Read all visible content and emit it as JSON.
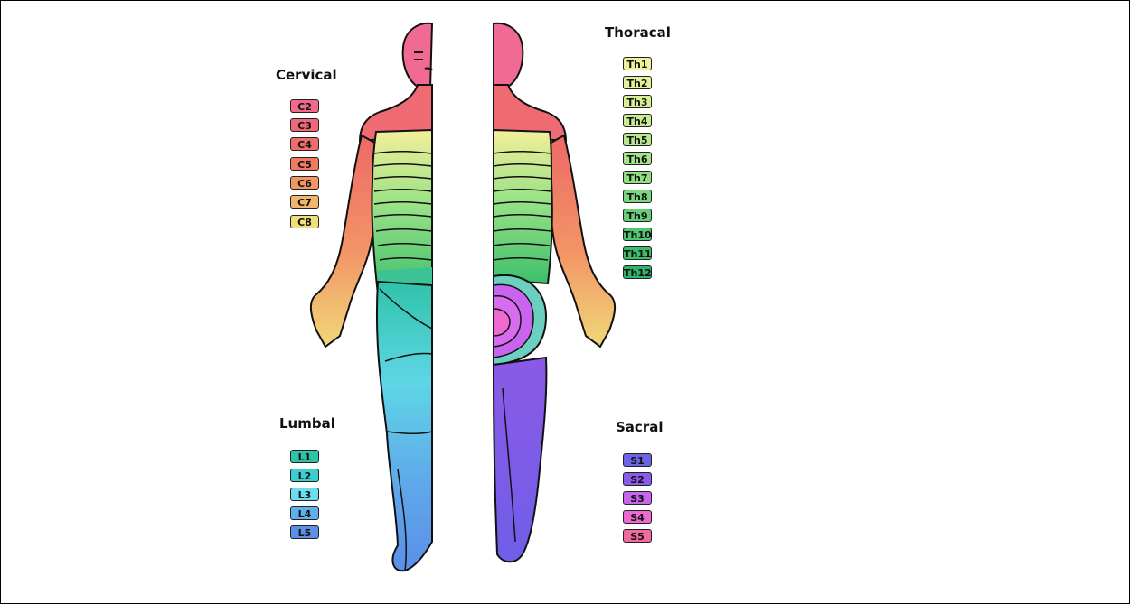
{
  "groups": {
    "cervical": {
      "title": "Cervical",
      "items": [
        {
          "label": "C2",
          "color": "#f06a8c"
        },
        {
          "label": "C3",
          "color": "#ef6879"
        },
        {
          "label": "C4",
          "color": "#ee6c6a"
        },
        {
          "label": "C5",
          "color": "#ef7a60"
        },
        {
          "label": "C6",
          "color": "#f29662"
        },
        {
          "label": "C7",
          "color": "#f3b56a"
        },
        {
          "label": "C8",
          "color": "#efe07a"
        }
      ]
    },
    "thoracal": {
      "title": "Thoracal",
      "items": [
        {
          "label": "Th1",
          "color": "#eef39a"
        },
        {
          "label": "Th2",
          "color": "#e4f299"
        },
        {
          "label": "Th3",
          "color": "#d7ef95"
        },
        {
          "label": "Th4",
          "color": "#c8ec92"
        },
        {
          "label": "Th5",
          "color": "#b7e88e"
        },
        {
          "label": "Th6",
          "color": "#a5e38a"
        },
        {
          "label": "Th7",
          "color": "#90de84"
        },
        {
          "label": "Th8",
          "color": "#7bd77e"
        },
        {
          "label": "Th9",
          "color": "#65cf77"
        },
        {
          "label": "Th10",
          "color": "#50c770"
        },
        {
          "label": "Th11",
          "color": "#3ebd6b"
        },
        {
          "label": "Th12",
          "color": "#31b469"
        }
      ]
    },
    "lumbal": {
      "title": "Lumbal",
      "items": [
        {
          "label": "L1",
          "color": "#2fc4a6"
        },
        {
          "label": "L2",
          "color": "#3bcfd0"
        },
        {
          "label": "L3",
          "color": "#6cdcf0"
        },
        {
          "label": "L4",
          "color": "#5fb0ea"
        },
        {
          "label": "L5",
          "color": "#5b8fe8"
        }
      ]
    },
    "sacral": {
      "title": "Sacral",
      "items": [
        {
          "label": "S1",
          "color": "#6b64e6"
        },
        {
          "label": "S2",
          "color": "#8a5ae8"
        },
        {
          "label": "S3",
          "color": "#c964ef"
        },
        {
          "label": "S4",
          "color": "#ee6ad2"
        },
        {
          "label": "S5",
          "color": "#f06a9e"
        }
      ]
    }
  }
}
